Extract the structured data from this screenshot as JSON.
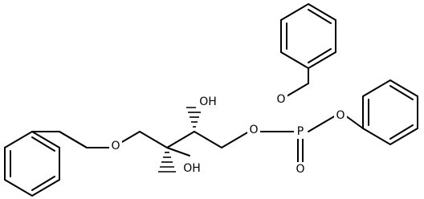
{
  "molecule": {
    "atoms": {
      "o_benzyl_ether": "O",
      "oh_upper": "OH",
      "oh_lower": "OH",
      "o_phosphate_ester": "O",
      "p": "P",
      "o_upper_ester": "O",
      "o_right_ester": "O",
      "o_phosphoryl": "O"
    }
  }
}
